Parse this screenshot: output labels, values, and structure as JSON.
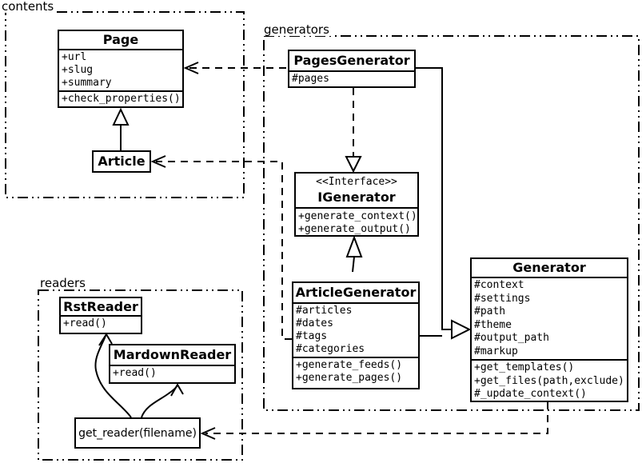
{
  "packages": {
    "contents": {
      "label": "contents"
    },
    "generators": {
      "label": "generators"
    },
    "readers": {
      "label": "readers"
    }
  },
  "classes": {
    "page": {
      "name": "Page",
      "attributes": [
        "+url",
        "+slug",
        "+summary"
      ],
      "methods": [
        "+check_properties()"
      ]
    },
    "article": {
      "name": "Article"
    },
    "pages_generator": {
      "name": "PagesGenerator",
      "attributes": [
        "#pages"
      ]
    },
    "igenerator": {
      "stereotype": "<<Interface>>",
      "name": "IGenerator",
      "methods": [
        "+generate_context()",
        "+generate_output()"
      ]
    },
    "article_generator": {
      "name": "ArticleGenerator",
      "attributes": [
        "#articles",
        "#dates",
        "#tags",
        "#categories"
      ],
      "methods": [
        "+generate_feeds()",
        "+generate_pages()"
      ]
    },
    "generator": {
      "name": "Generator",
      "attributes": [
        "#context",
        "#settings",
        "#path",
        "#theme",
        "#output_path",
        "#markup"
      ],
      "methods": [
        "+get_templates()",
        "+get_files(path,exclude)",
        "#_update_context()"
      ]
    },
    "rst_reader": {
      "name": "RstReader",
      "methods": [
        "+read()"
      ]
    },
    "mardown_reader": {
      "name": "MardownReader",
      "methods": [
        "+read()"
      ]
    },
    "get_reader": {
      "label": "get_reader(filename)"
    }
  },
  "relationships": [
    {
      "from": "Article",
      "to": "Page",
      "type": "generalization"
    },
    {
      "from": "PagesGenerator",
      "to": "Page",
      "type": "dependency"
    },
    {
      "from": "ArticleGenerator",
      "to": "Article",
      "type": "dependency"
    },
    {
      "from": "PagesGenerator",
      "to": "IGenerator",
      "type": "realization"
    },
    {
      "from": "ArticleGenerator",
      "to": "IGenerator",
      "type": "realization"
    },
    {
      "from": "PagesGenerator",
      "to": "Generator",
      "type": "generalization"
    },
    {
      "from": "ArticleGenerator",
      "to": "Generator",
      "type": "generalization"
    },
    {
      "from": "Generator",
      "to": "get_reader(filename)",
      "type": "dependency"
    },
    {
      "from": "get_reader(filename)",
      "to": "RstReader",
      "type": "call"
    },
    {
      "from": "get_reader(filename)",
      "to": "MardownReader",
      "type": "call"
    }
  ],
  "colors": {
    "line": "#000000",
    "background": "#ffffff",
    "box_fill": "#ffffff"
  }
}
